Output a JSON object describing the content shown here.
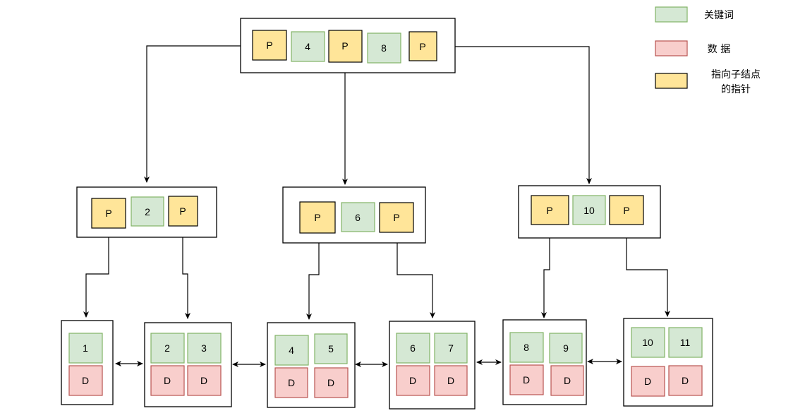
{
  "colors": {
    "key_fill": "#d5e8d4",
    "key_stroke": "#82b366",
    "data_fill": "#f8cecc",
    "data_stroke": "#b85450",
    "pointer_fill": "#ffe599",
    "pointer_stroke": "#000000"
  },
  "legend": {
    "key": "关键词",
    "data": "数 据",
    "pointer_line1": "指向子结点",
    "pointer_line2": "的指针"
  },
  "root": [
    "P",
    "4",
    "P",
    "8",
    "P"
  ],
  "internal": [
    [
      "P",
      "2",
      "P"
    ],
    [
      "P",
      "6",
      "P"
    ],
    [
      "P",
      "10",
      "P"
    ]
  ],
  "leaves": [
    {
      "keys": [
        "1"
      ],
      "data": [
        "D"
      ]
    },
    {
      "keys": [
        "2",
        "3"
      ],
      "data": [
        "D",
        "D"
      ]
    },
    {
      "keys": [
        "4",
        "5"
      ],
      "data": [
        "D",
        "D"
      ]
    },
    {
      "keys": [
        "6",
        "7"
      ],
      "data": [
        "D",
        "D"
      ]
    },
    {
      "keys": [
        "8",
        "9"
      ],
      "data": [
        "D",
        "D"
      ]
    },
    {
      "keys": [
        "10",
        "11"
      ],
      "data": [
        "D",
        "D"
      ]
    }
  ]
}
